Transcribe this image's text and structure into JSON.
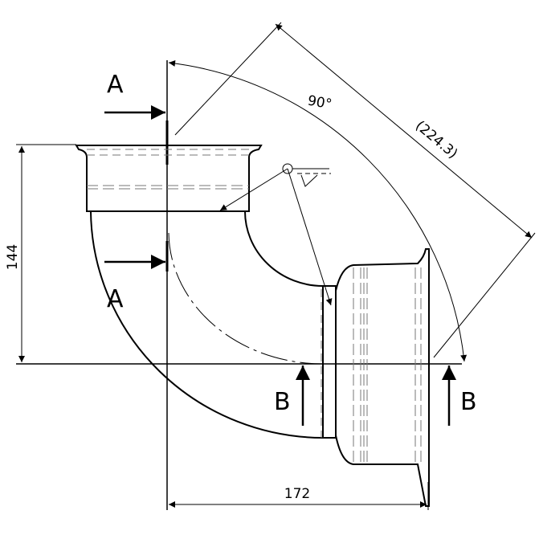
{
  "section_labels": {
    "a_top": "A",
    "a_bottom": "A",
    "b_left": "B",
    "b_right": "B"
  },
  "dimensions": {
    "height": "144",
    "width": "172",
    "diagonal": "(224.3)",
    "angle": "90°"
  }
}
